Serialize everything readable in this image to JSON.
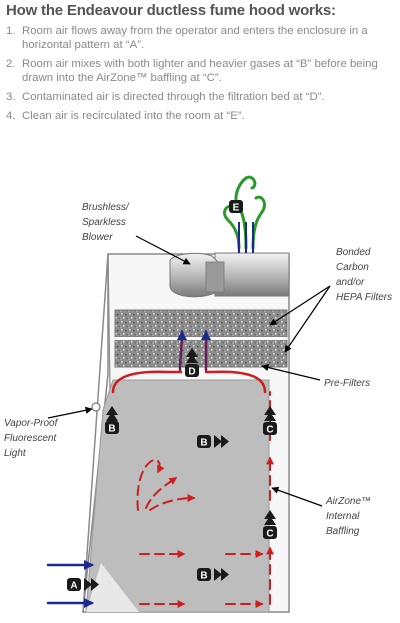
{
  "title": "How the Endeavour ductless fume hood works:",
  "steps": [
    {
      "num": "1.",
      "text": "Room air flows away from the operator and enters the enclosure in a horizontal pattern at “A”."
    },
    {
      "num": "2.",
      "text": "Room air mixes with both lighter and heavier gases at “B” before being drawn into the AirZone™ baffling at “C”."
    },
    {
      "num": "3.",
      "text": "Contaminated air is directed through the filtration bed at “D”."
    },
    {
      "num": "4.",
      "text": "Clean air is recirculated into the room at “E”."
    }
  ],
  "labels": {
    "blower": [
      "Brushless/",
      "Sparkless",
      "Blower"
    ],
    "filters": [
      "Bonded",
      "Carbon",
      "and/or",
      "HEPA Filters"
    ],
    "prefilters": [
      "Pre-Filters"
    ],
    "light": [
      "Vapor-Proof",
      "Fluorescent",
      "Light"
    ],
    "baffling": [
      "AirZone™",
      "Internal",
      "Baffling"
    ]
  },
  "badges": {
    "a": "A",
    "b": "B",
    "c": "C",
    "d": "D",
    "e": "E"
  },
  "colors": {
    "red": "#cc1f1f",
    "blue": "#1a2a8c",
    "green": "#2a9a2a",
    "chamber": "#bdbdbd",
    "text": "#8a8a8a"
  }
}
